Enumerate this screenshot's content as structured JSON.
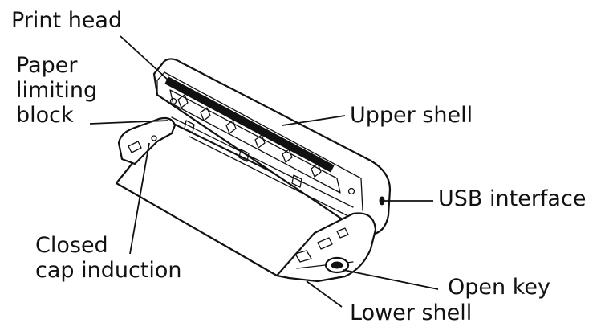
{
  "diagram": {
    "labels": {
      "print_head": "Print head",
      "paper_limiting_block": [
        "Paper",
        "limiting",
        "block"
      ],
      "upper_shell": "Upper shell",
      "usb_interface": "USB interface",
      "closed_cap_induction": [
        "Closed",
        "cap induction"
      ],
      "open_key": "Open key",
      "lower_shell": "Lower shell"
    }
  }
}
